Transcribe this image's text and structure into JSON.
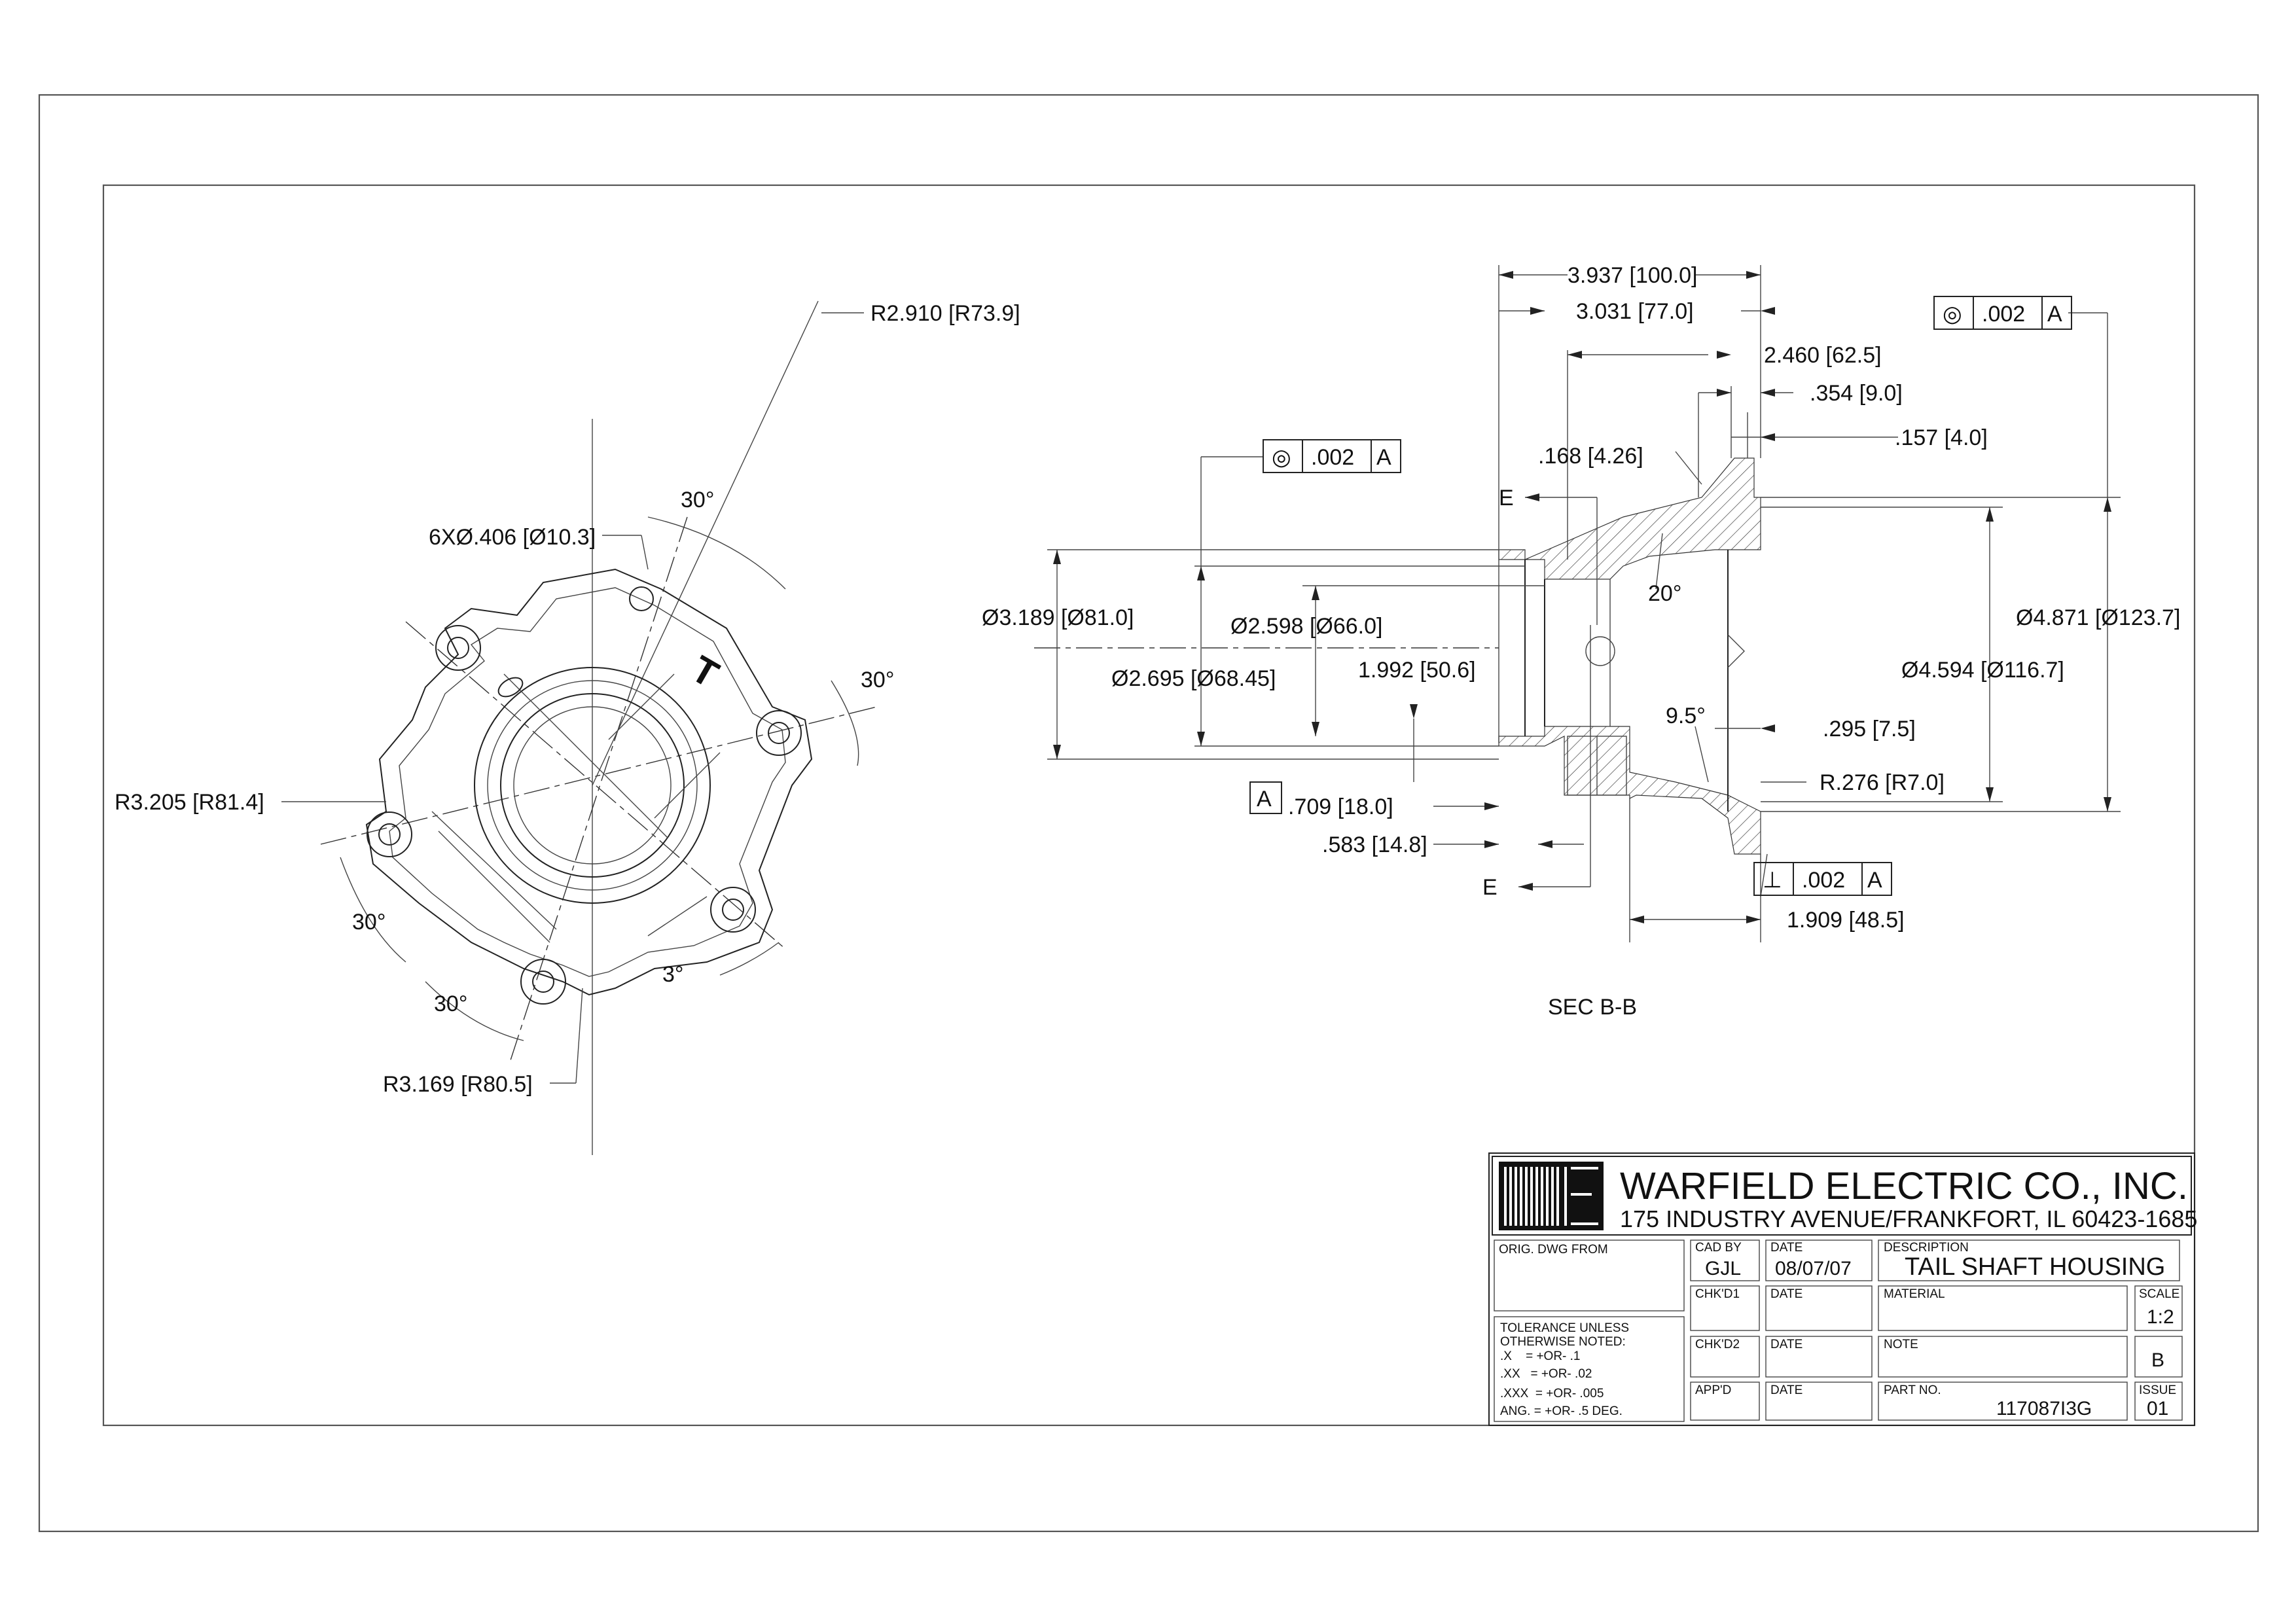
{
  "front_view": {
    "radius_hub": "R2.910 [R73.9]",
    "holes": "6XØ.406 [Ø10.3]",
    "angle_top": "30°",
    "angle_right": "30°",
    "angle_left": "30°",
    "angle_bottom": "30°",
    "angle_small": "3°",
    "radius_left": "R3.205 [R81.4]",
    "radius_bottom": "R3.169 [R80.5]",
    "section_mark": "T"
  },
  "section_view": {
    "title": "SEC B-B",
    "overall_length": "3.937 [100.0]",
    "length_2": "3.031 [77.0]",
    "length_3": "2.460 [62.5]",
    "length_4": ".354 [9.0]",
    "flange_thk": ".157 [4.0]",
    "wall": ".168 [4.26]",
    "dia_bore": "Ø3.189 [Ø81.0]",
    "dia_inner": "Ø2.598 [Ø66.0]",
    "dia_step": "Ø2.695 [Ø68.45]",
    "depth": "1.992 [50.6]",
    "dia_flange": "Ø4.871 [Ø123.7]",
    "dia_pilot": "Ø4.594 [Ø116.7]",
    "angle_taper": "20°",
    "angle_small": "9.5°",
    "dim_295": ".295 [7.5]",
    "fillet": "R.276 [R7.0]",
    "dim_709": ".709 [18.0]",
    "dim_583": ".583 [14.8]",
    "dim_1909": "1.909 [48.5]",
    "section_label_e": "E",
    "datum": "A",
    "gdt_left": {
      "symbol": "◎",
      "value": ".002",
      "datum": "A"
    },
    "gdt_right": {
      "symbol": "◎",
      "value": ".002",
      "datum": "A"
    },
    "gdt_perp": {
      "symbol": "⊥",
      "value": ".002",
      "datum": "A"
    }
  },
  "title_block": {
    "company": "WARFIELD ELECTRIC CO., INC.",
    "address": "175 INDUSTRY AVENUE/FRANKFORT, IL 60423-1685",
    "orig_dwg_label": "ORIG. DWG FROM",
    "cad_by_label": "CAD BY",
    "cad_by": "GJL",
    "date_label": "DATE",
    "date": "08/07/07",
    "description_label": "DESCRIPTION",
    "description": "TAIL SHAFT HOUSING",
    "chk1_label": "CHK'D1",
    "material_label": "MATERIAL",
    "scale_label": "SCALE",
    "scale": "1:2",
    "chk2_label": "CHK'D2",
    "note_label": "NOTE",
    "rev": "B",
    "appd_label": "APP'D",
    "part_no_label": "PART NO.",
    "part_no": "117087I3G",
    "issue_label": "ISSUE",
    "issue": "01",
    "tolerance": [
      "TOLERANCE UNLESS",
      "OTHERWISE NOTED:",
      ".X    = +OR- .1",
      ".XX   = +OR- .02",
      ".XXX  = +OR- .005",
      "ANG. = +OR- .5 DEG."
    ]
  }
}
